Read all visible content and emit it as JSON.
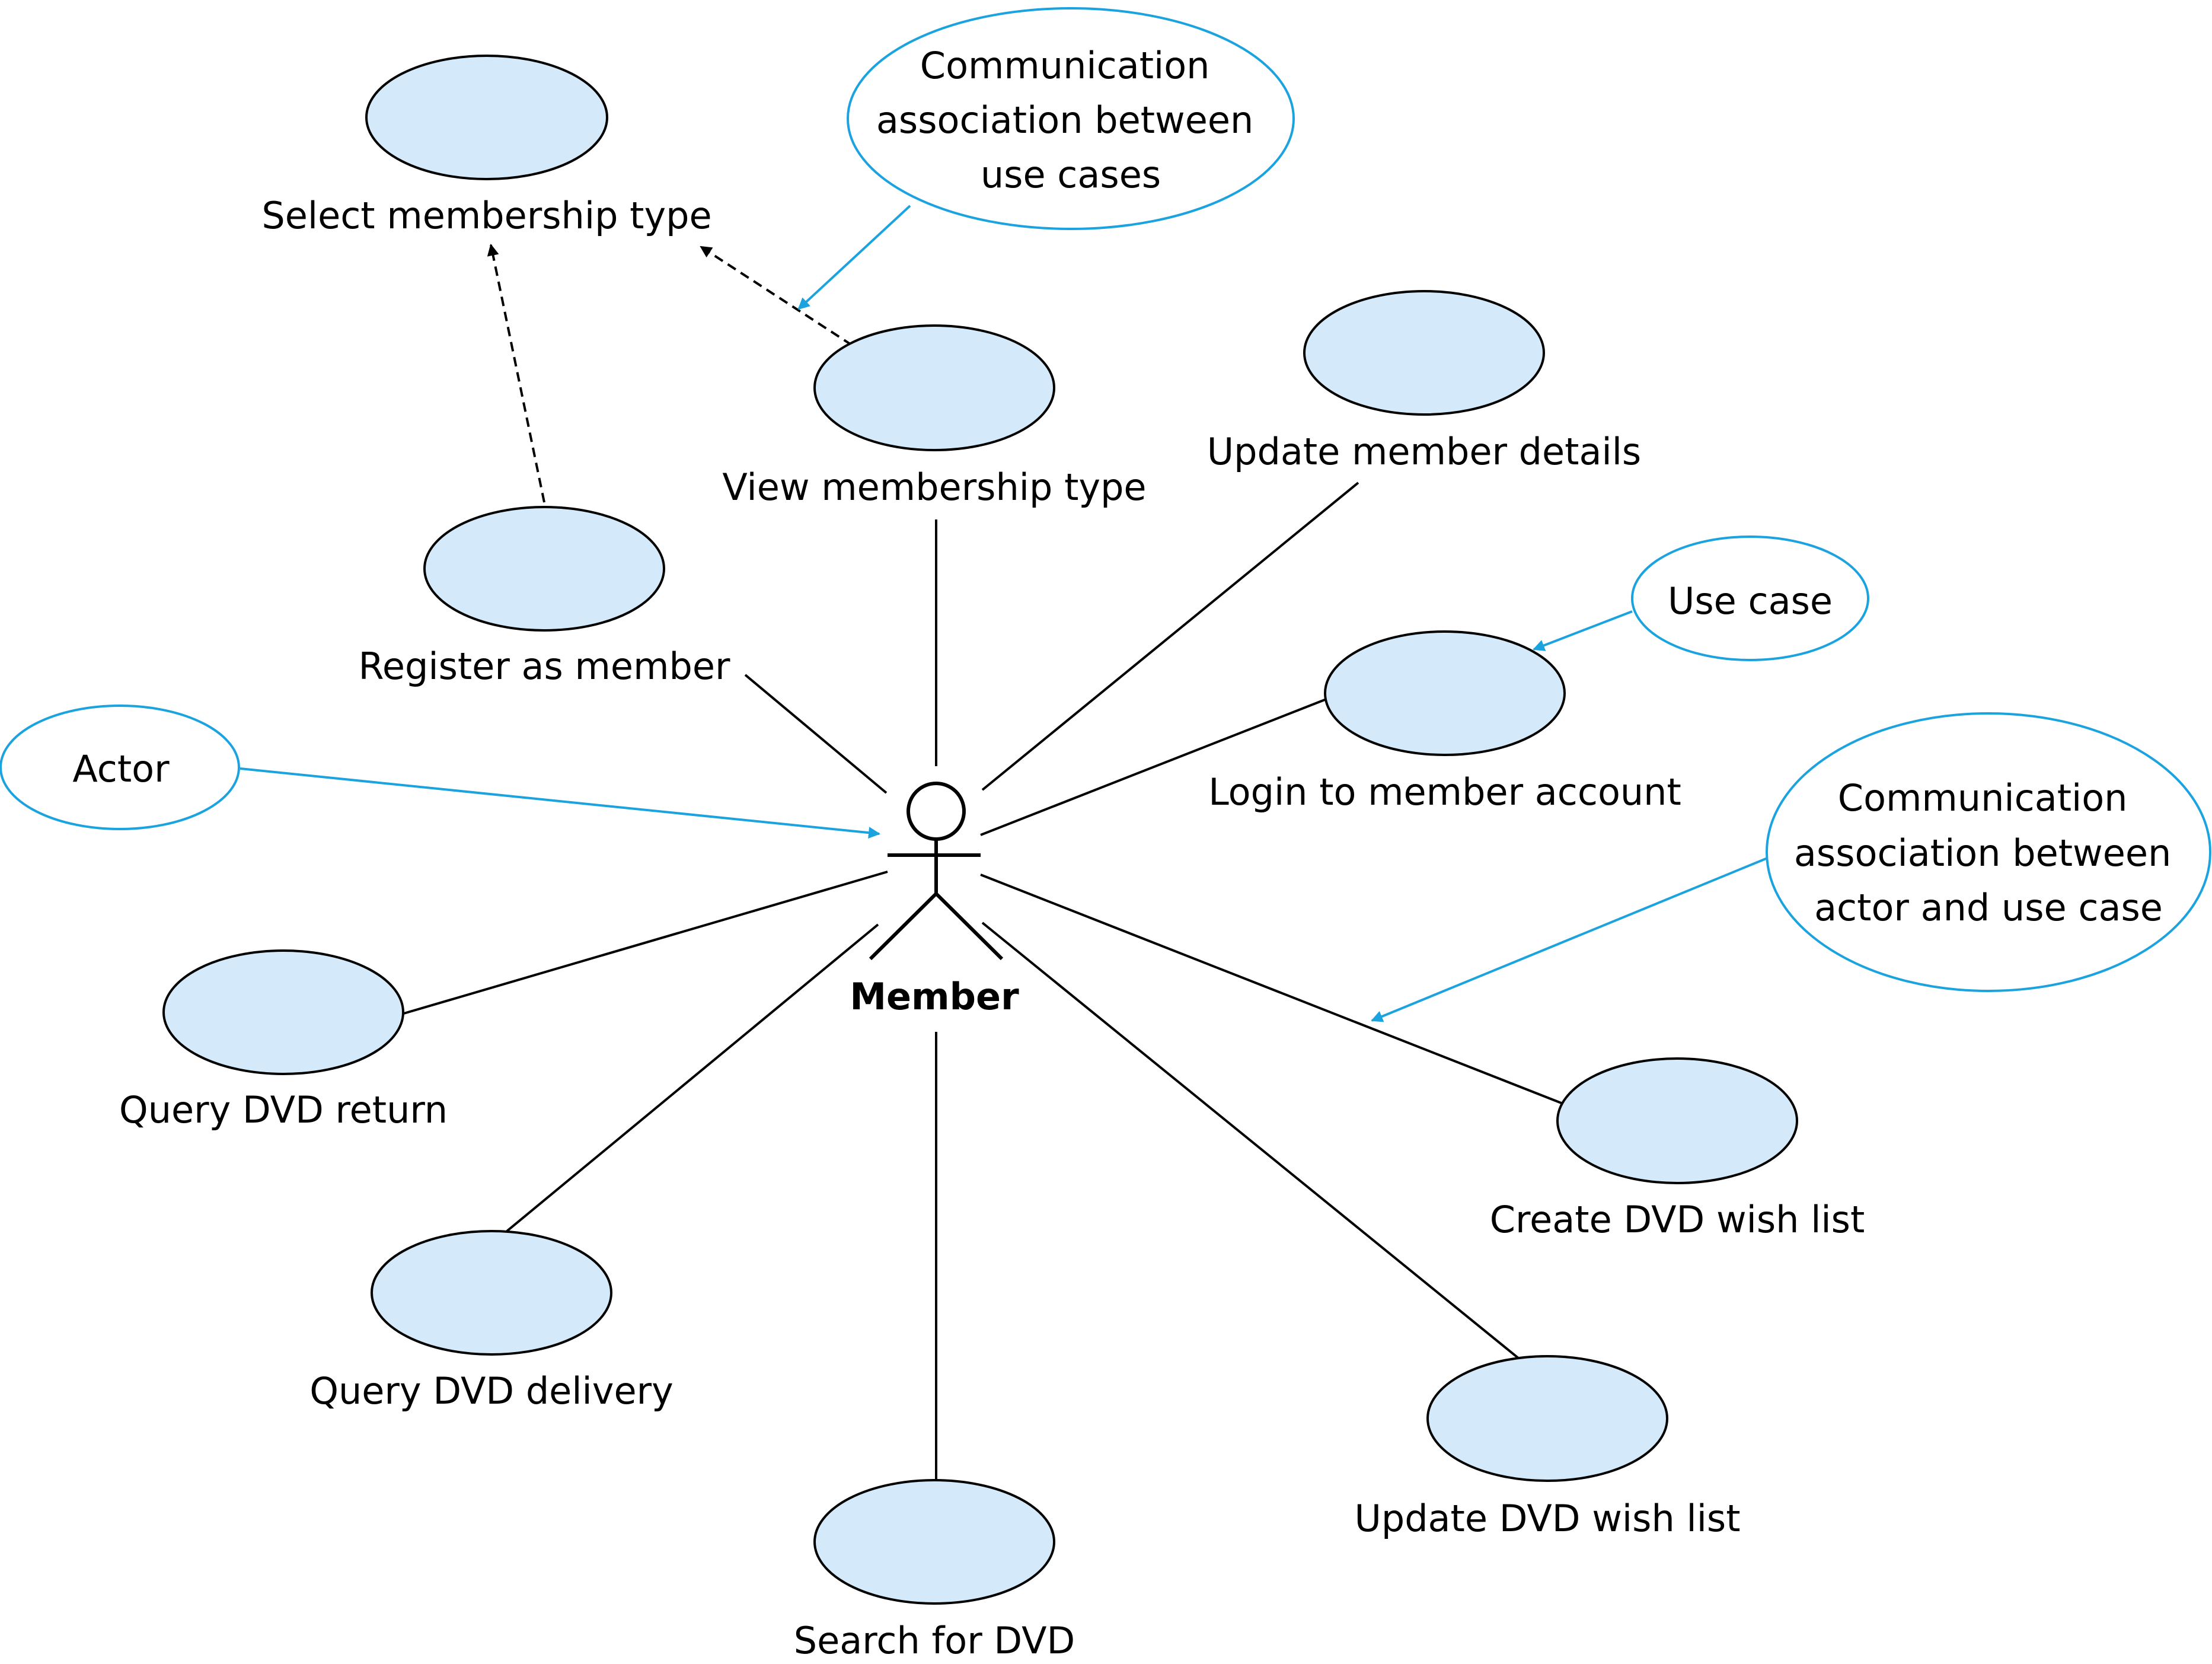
{
  "actor": {
    "label": "Member"
  },
  "use_cases": {
    "select_membership_type": "Select membership type",
    "view_membership_type": "View membership type",
    "update_member_details": "Update member details",
    "register_as_member": "Register as member",
    "login_to_member_account": "Login to member account",
    "query_dvd_return": "Query DVD return",
    "create_dvd_wish_list": "Create DVD wish list",
    "query_dvd_delivery": "Query DVD delivery",
    "update_dvd_wish_list": "Update DVD wish list",
    "search_for_dvd": "Search for DVD"
  },
  "callouts": {
    "uc_association": [
      "Communication",
      "association between",
      "use cases"
    ],
    "use_case": [
      "Use case"
    ],
    "actor": [
      "Actor"
    ],
    "actor_association": [
      "Communication",
      "association between",
      "actor and use case"
    ]
  },
  "colors": {
    "use_case_fill": "#d4e9fa",
    "callout_stroke": "#1ba3e0",
    "line": "#000000"
  }
}
